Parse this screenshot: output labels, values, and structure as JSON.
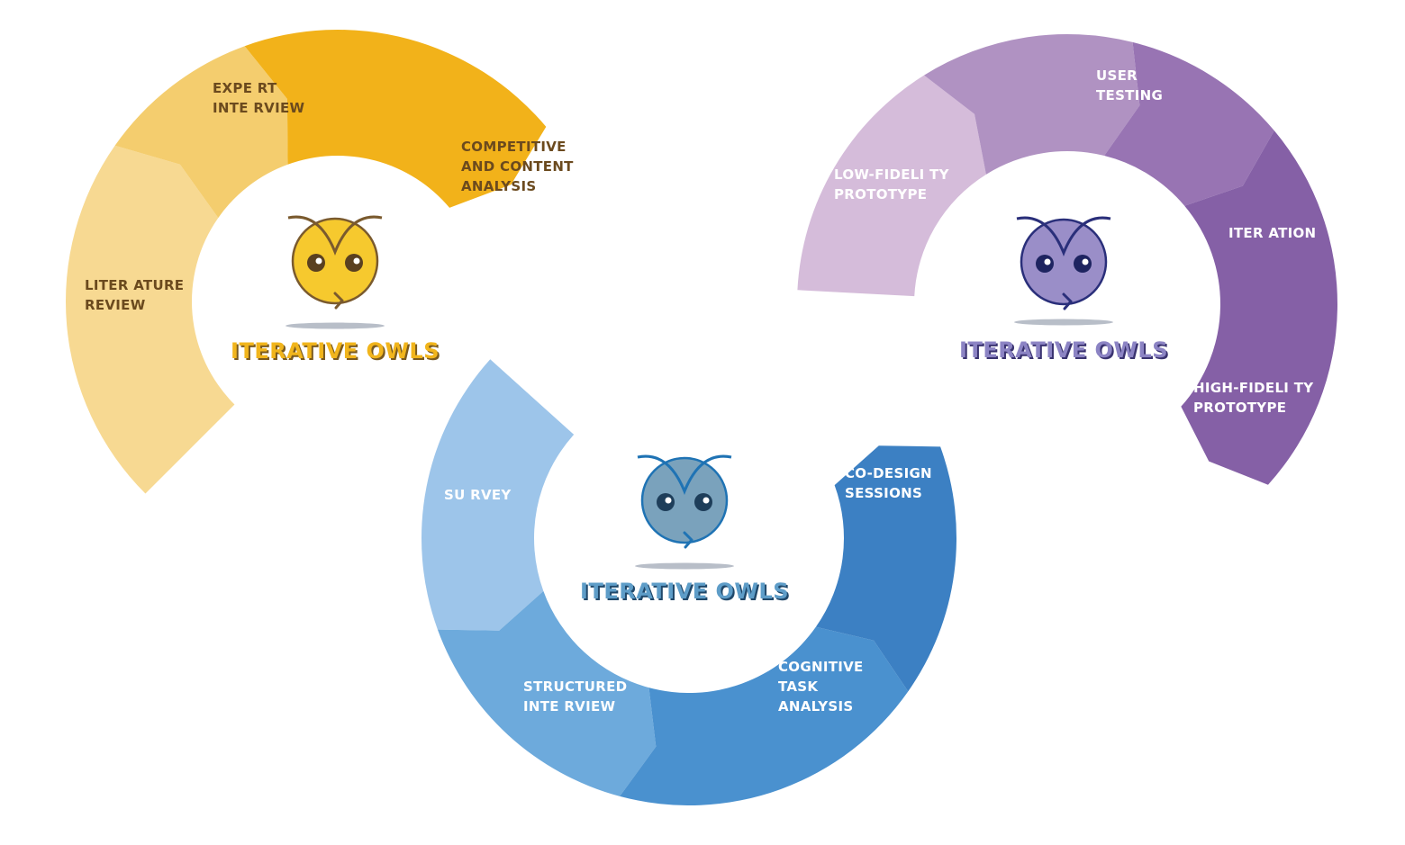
{
  "cycles": [
    {
      "brand": "ITERATIVE OWLS",
      "colors": {
        "brand": "#F1B51C",
        "brand_shadow": "#7A5A1E",
        "label": "#6B4A1E",
        "owl_face": "#F6C92E",
        "owl_stroke": "#7A5A2E",
        "owl_eye": "#5A4020"
      },
      "segments": [
        {
          "lines": [
            "LITER ATURE",
            "REVIEW"
          ],
          "color": "#F7D992"
        },
        {
          "lines": [
            "EXPE RT",
            "INTE RVIEW"
          ],
          "color": "#F4CD6E"
        },
        {
          "lines": [
            "COMPETITIVE",
            "AND CONTENT",
            "ANALYSIS"
          ],
          "color": "#F2B21A"
        }
      ]
    },
    {
      "brand": "ITERATIVE OWLS",
      "colors": {
        "brand": "#5E9DC8",
        "brand_shadow": "#20486A",
        "label": "#FFFFFF",
        "owl_face": "#7AA2BC",
        "owl_stroke": "#1F73B4",
        "owl_eye": "#1E3E5A"
      },
      "segments": [
        {
          "lines": [
            "SU RVEY"
          ],
          "color": "#9DC5EA"
        },
        {
          "lines": [
            "STRUCTURED",
            "INTE RVIEW"
          ],
          "color": "#6DAADC"
        },
        {
          "lines": [
            "COGNITIVE",
            "TASK",
            "ANALYSIS"
          ],
          "color": "#4A91CF"
        },
        {
          "lines": [
            "CO-DESIGN",
            "SESSIONS"
          ],
          "color": "#3C80C3"
        }
      ]
    },
    {
      "brand": "ITERATIVE OWLS",
      "colors": {
        "brand": "#8C84C4",
        "brand_shadow": "#3A3370",
        "label": "#FFFFFF",
        "owl_face": "#9A8EC8",
        "owl_stroke": "#2A2F7A",
        "owl_eye": "#1E2460"
      },
      "segments": [
        {
          "lines": [
            "LOW-FIDELI TY",
            "PROTOTYPE"
          ],
          "color": "#D5BCDA"
        },
        {
          "lines": [
            "USER",
            "TESTING"
          ],
          "color": "#B092C2"
        },
        {
          "lines": [
            "ITER ATION"
          ],
          "color": "#9874B3"
        },
        {
          "lines": [
            "HIGH-FIDELI  TY",
            "PROTOTYPE"
          ],
          "color": "#8560A6"
        }
      ]
    }
  ]
}
